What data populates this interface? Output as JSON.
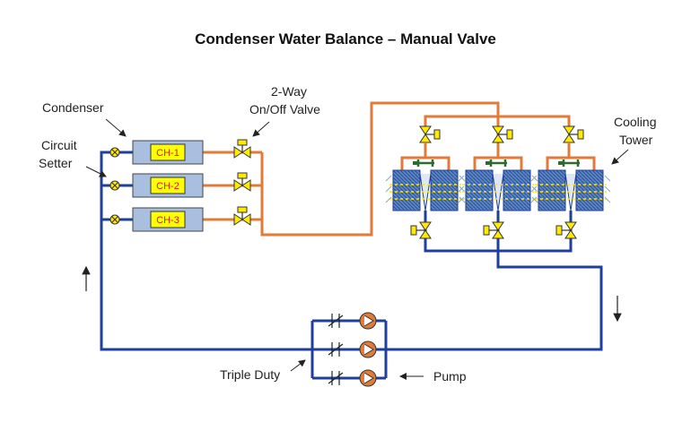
{
  "title": "Condenser Water Balance – Manual Valve",
  "labels": {
    "condenser": "Condenser",
    "circuit_setter_line1": "Circuit",
    "circuit_setter_line2": "Setter",
    "valve_line1": "2-Way",
    "valve_line2": "On/Off Valve",
    "cooling_tower_line1": "Cooling",
    "cooling_tower_line2": "Tower",
    "triple_duty": "Triple Duty",
    "pump": "Pump"
  },
  "chillers": [
    "CH-1",
    "CH-2",
    "CH-3"
  ],
  "colors": {
    "supply_pipe": "#1f3f9a",
    "return_pipe": "#e07b39",
    "chiller_fill": "#a9bfe0",
    "chiller_label_fill": "#ffff00",
    "valve_fill": "#ffea00",
    "tower_fill": "#5b84c4",
    "pump_fill": "#e07b39"
  }
}
